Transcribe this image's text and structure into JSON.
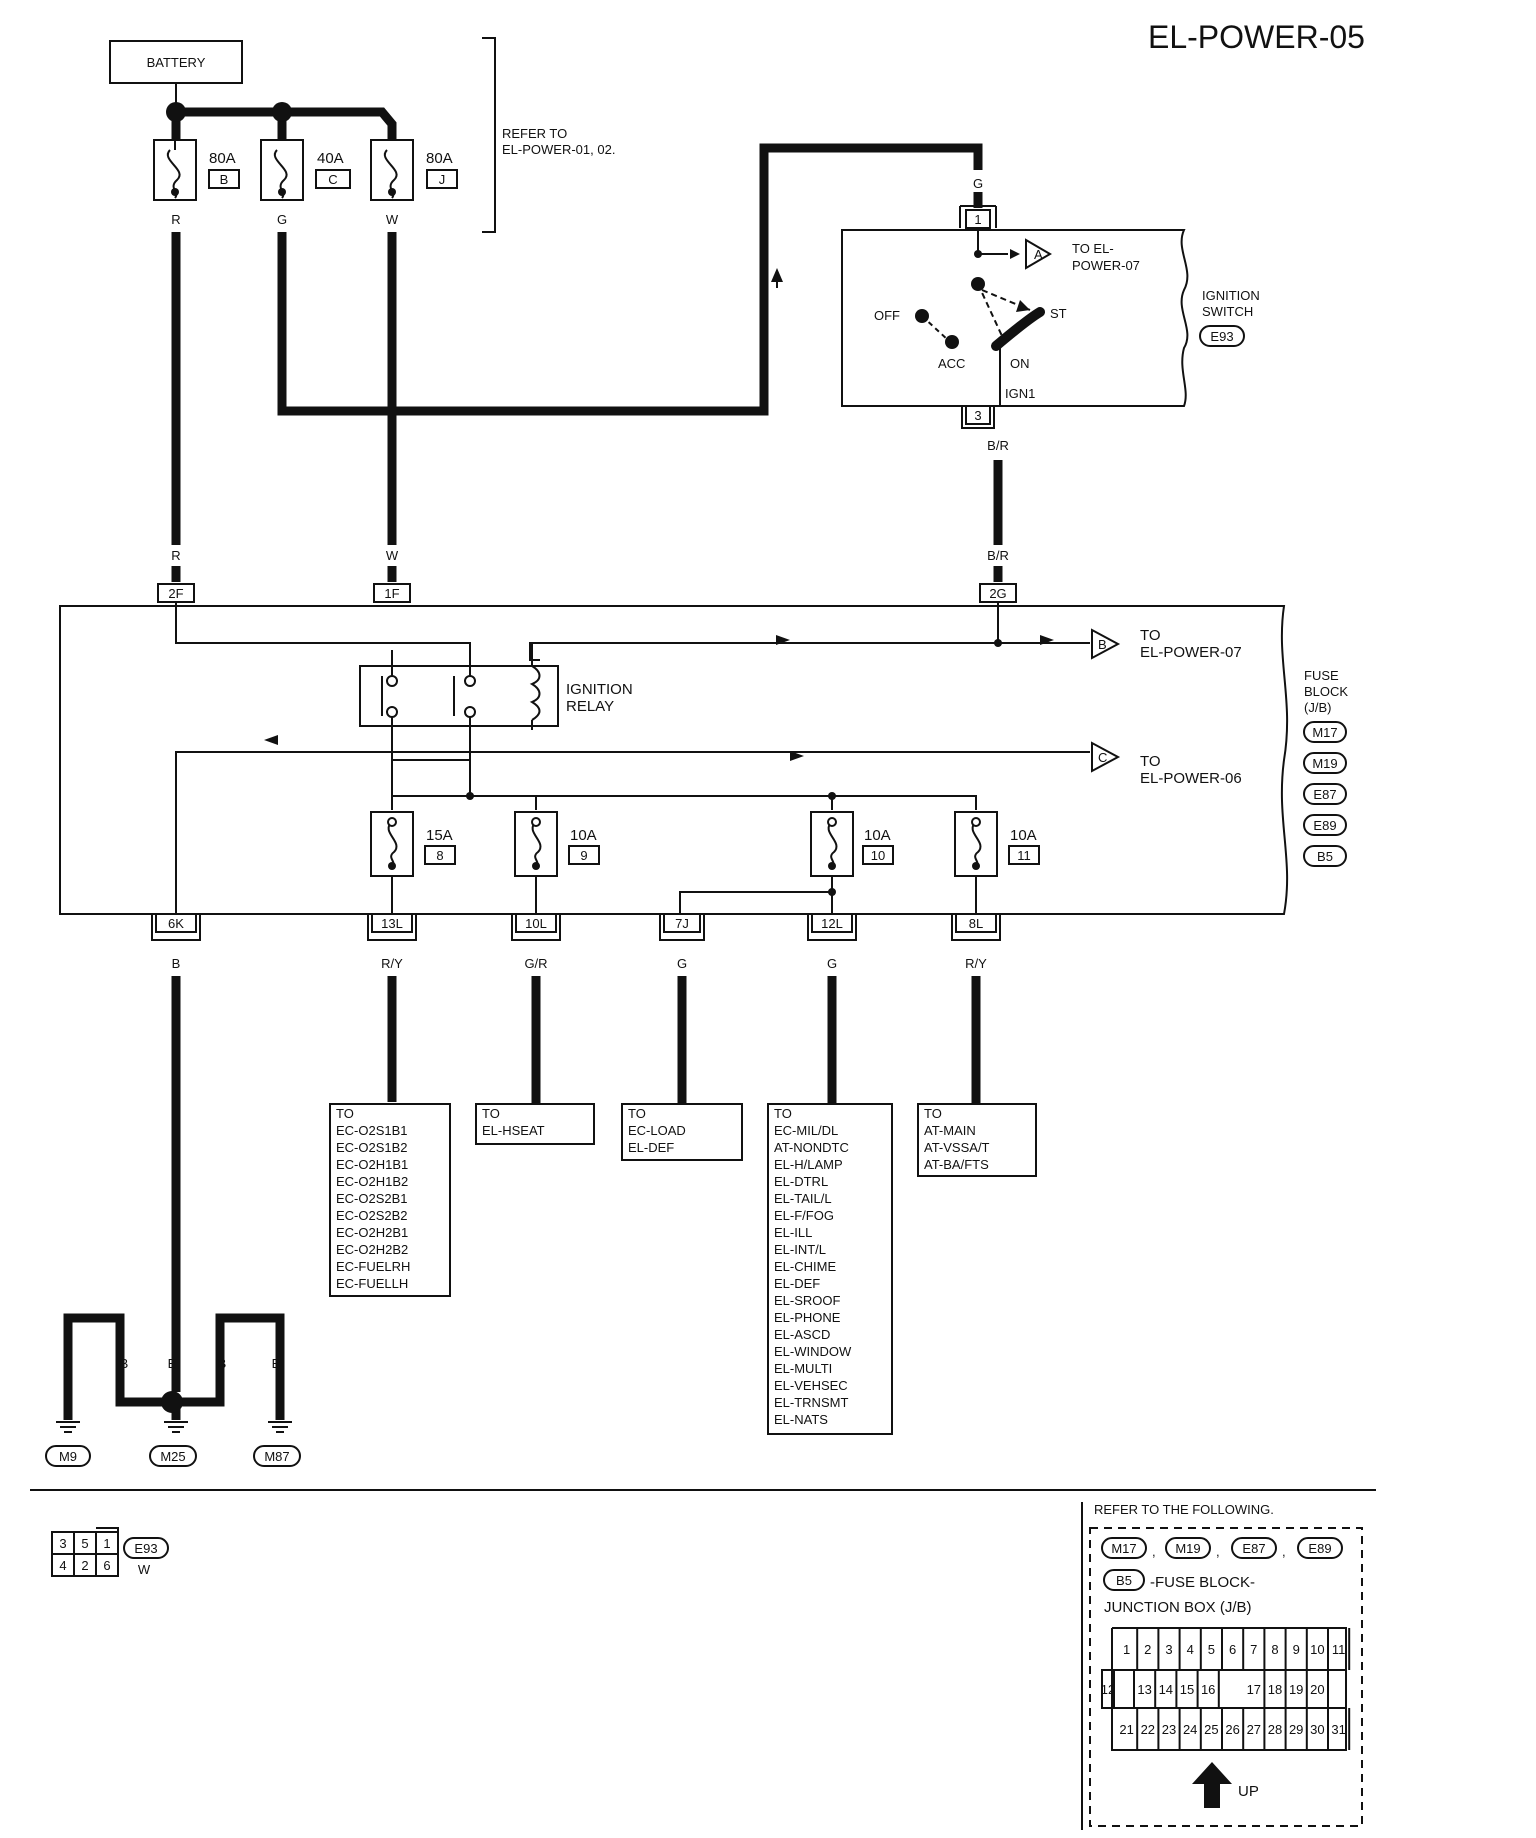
{
  "title": "EL-POWER-05",
  "battery": "BATTERY",
  "refer_note": [
    "REFER TO",
    "EL-POWER-01, 02."
  ],
  "fusible_links": [
    {
      "rating": "80A",
      "letter": "B",
      "wire": "R"
    },
    {
      "rating": "40A",
      "letter": "C",
      "wire": "G"
    },
    {
      "rating": "80A",
      "letter": "J",
      "wire": "W"
    }
  ],
  "ignition_switch": {
    "name": [
      "IGNITION",
      "SWITCH"
    ],
    "connector": "E93",
    "terminal_in": "1",
    "terminal_out": "3",
    "wire_in": "G",
    "wire_out": "B/R",
    "positions": {
      "off": "OFF",
      "acc": "ACC",
      "on": "ON",
      "st": "ST"
    },
    "ign": "IGN1",
    "to_a": {
      "letter": "A",
      "text": [
        "TO EL-",
        "POWER-07"
      ]
    }
  },
  "fuse_block": {
    "name": [
      "FUSE",
      "BLOCK",
      "(J/B)"
    ],
    "connectors": [
      "M17",
      "M19",
      "E87",
      "E89",
      "B5"
    ],
    "inputs": [
      {
        "term": "2F",
        "wire": "R"
      },
      {
        "term": "1F",
        "wire": "W"
      },
      {
        "term": "2G",
        "wire": "B/R"
      }
    ],
    "relay": [
      "IGNITION",
      "RELAY"
    ],
    "to_b": {
      "letter": "B",
      "text": [
        "TO",
        "EL-POWER-07"
      ]
    },
    "to_c": {
      "letter": "C",
      "text": [
        "TO",
        "EL-POWER-06"
      ]
    },
    "fuses": [
      {
        "rating": "15A",
        "num": "8"
      },
      {
        "rating": "10A",
        "num": "9"
      },
      {
        "rating": "10A",
        "num": "10"
      },
      {
        "rating": "10A",
        "num": "11"
      }
    ],
    "outputs": [
      {
        "term": "6K",
        "wire": "B"
      },
      {
        "term": "13L",
        "wire": "R/Y"
      },
      {
        "term": "10L",
        "wire": "G/R"
      },
      {
        "term": "7J",
        "wire": "G"
      },
      {
        "term": "12L",
        "wire": "G"
      },
      {
        "term": "8L",
        "wire": "R/Y"
      }
    ]
  },
  "destinations": [
    [
      "TO",
      "EC-O2S1B1",
      "EC-O2S1B2",
      "EC-O2H1B1",
      "EC-O2H1B2",
      "EC-O2S2B1",
      "EC-O2S2B2",
      "EC-O2H2B1",
      "EC-O2H2B2",
      "EC-FUELRH",
      "EC-FUELLH"
    ],
    [
      "TO",
      "EL-HSEAT"
    ],
    [
      "TO",
      "EC-LOAD",
      "EL-DEF"
    ],
    [
      "TO",
      "EC-MIL/DL",
      "AT-NONDTC",
      "EL-H/LAMP",
      "EL-DTRL",
      "EL-TAIL/L",
      "EL-F/FOG",
      "EL-ILL",
      "EL-INT/L",
      "EL-CHIME",
      "EL-DEF",
      "EL-SROOF",
      "EL-PHONE",
      "EL-ASCD",
      "EL-WINDOW",
      "EL-MULTI",
      "EL-VEHSEC",
      "EL-TRNSMT",
      "EL-NATS"
    ],
    [
      "TO",
      "AT-MAIN",
      "AT-VSSA/T",
      "AT-BA/FTS"
    ]
  ],
  "grounds": {
    "wire": "B",
    "labels": [
      "M9",
      "M25",
      "M87"
    ]
  },
  "e93_connector": {
    "pins_top": [
      "3",
      "5",
      "1"
    ],
    "pins_bottom": [
      "4",
      "2",
      "6"
    ],
    "name": "E93",
    "color": "W"
  },
  "jb_reference": {
    "header": "REFER TO THE FOLLOWING.",
    "connectors": [
      "M17",
      "M19",
      "E87",
      "E89"
    ],
    "last": "B5",
    "text1": "-FUSE BLOCK-",
    "text2": "JUNCTION BOX (J/B)",
    "row1": [
      "1",
      "2",
      "3",
      "4",
      "5",
      "6",
      "7",
      "8",
      "9",
      "10",
      "11"
    ],
    "row2a": [
      "12",
      "13",
      "14",
      "15",
      "16"
    ],
    "row2b": [
      "17",
      "18",
      "19",
      "20"
    ],
    "row3": [
      "21",
      "22",
      "23",
      "24",
      "25",
      "26",
      "27",
      "28",
      "29",
      "30",
      "31"
    ],
    "up": "UP"
  }
}
